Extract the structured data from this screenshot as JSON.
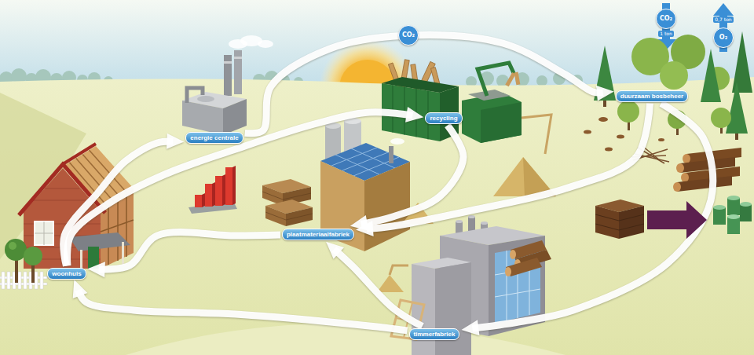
{
  "diagram": {
    "nodes": [
      {
        "text": [
          "energie centrale"
        ]
      },
      {
        "text": [
          "recycling"
        ]
      },
      {
        "text": [
          "duurzaam bosbeheer"
        ]
      },
      {
        "text": [
          "plaatmateriaalfabriek"
        ]
      },
      {
        "text": [
          "timmerfabriek"
        ]
      },
      {
        "text": [
          "woonhuis"
        ]
      }
    ],
    "edges": [
      {
        "from": 5,
        "to": 0,
        "arrow": "to"
      },
      {
        "from": 0,
        "to": 2,
        "label": "CO₂",
        "arrow": "to"
      },
      {
        "from": 5,
        "to": 1,
        "arrow": "to"
      },
      {
        "from": 1,
        "to": 3,
        "arrow": "to"
      },
      {
        "from": 2,
        "to": 3,
        "arrow": "to"
      },
      {
        "from": 2,
        "to": 4,
        "arrow": "to"
      },
      {
        "from": 3,
        "to": 5,
        "arrow": "to"
      },
      {
        "from": 4,
        "to": 5,
        "arrow": "to"
      },
      {
        "from": 4,
        "to": 3,
        "arrow": "to"
      }
    ],
    "labels": [
      "CO₂",
      "1 ton",
      "O₂",
      "0,7 ton"
    ]
  }
}
